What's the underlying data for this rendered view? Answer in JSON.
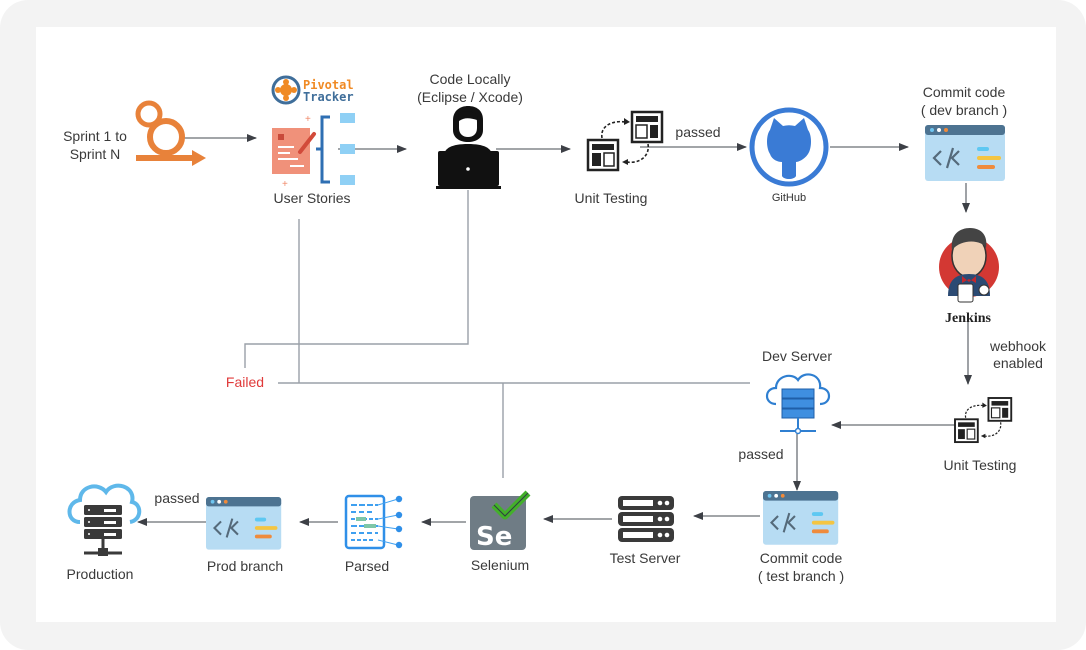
{
  "diagram": {
    "nodes": {
      "sprint": {
        "label_line1": "Sprint 1 to",
        "label_line2": "Sprint N",
        "icon": "scrum-cycle-icon"
      },
      "pivotal": {
        "brand_line1": "Pivotal",
        "brand_line2": "Tracker",
        "icon": "pivotal-tracker-logo"
      },
      "user_stories": {
        "label": "User Stories",
        "icon": "user-stories-icon"
      },
      "code_locally": {
        "label_line1": "Code Locally",
        "label_line2": "(Eclipse / Xcode)",
        "icon": "developer-laptop-icon"
      },
      "unit_testing_1": {
        "label": "Unit Testing",
        "icon": "unit-testing-icon"
      },
      "github": {
        "label": "GitHub",
        "icon": "github-octocat-icon"
      },
      "commit_dev": {
        "label_line1": "Commit code",
        "label_line2": "( dev branch )",
        "icon": "code-window-icon"
      },
      "jenkins": {
        "label": "Jenkins",
        "icon": "jenkins-butler-icon"
      },
      "unit_testing_2": {
        "label": "Unit Testing",
        "icon": "unit-testing-icon"
      },
      "dev_server": {
        "label": "Dev Server",
        "icon": "cloud-server-icon"
      },
      "commit_test": {
        "label_line1": "Commit code",
        "label_line2": "( test branch )",
        "icon": "code-window-icon"
      },
      "test_server": {
        "label": "Test Server",
        "icon": "server-rack-icon"
      },
      "selenium": {
        "label": "Selenium",
        "icon": "selenium-icon",
        "glyph": "Se"
      },
      "parsed": {
        "label": "Parsed",
        "icon": "parsed-document-icon"
      },
      "prod_branch": {
        "label": "Prod branch",
        "icon": "code-window-icon"
      },
      "production": {
        "label": "Production",
        "icon": "cloud-server-icon"
      }
    },
    "edge_labels": {
      "unit_to_github": "passed",
      "jenkins_to_unit": {
        "line1": "webhook",
        "line2": "enabled"
      },
      "dev_to_commit_test": "passed",
      "prod_to_production": "passed",
      "failed": "Failed"
    },
    "colors": {
      "scrum_orange": "#e8823a",
      "github_blue": "#3a7bd5",
      "code_window_bg": "#b7dcf3",
      "code_window_bar": "#4d7391",
      "server_blue": "#2f7fd1",
      "failed_red": "#e03a3a",
      "selenium_gray": "#6f7c85",
      "selenium_green": "#43b02a",
      "jenkins_red": "#d33833"
    }
  }
}
